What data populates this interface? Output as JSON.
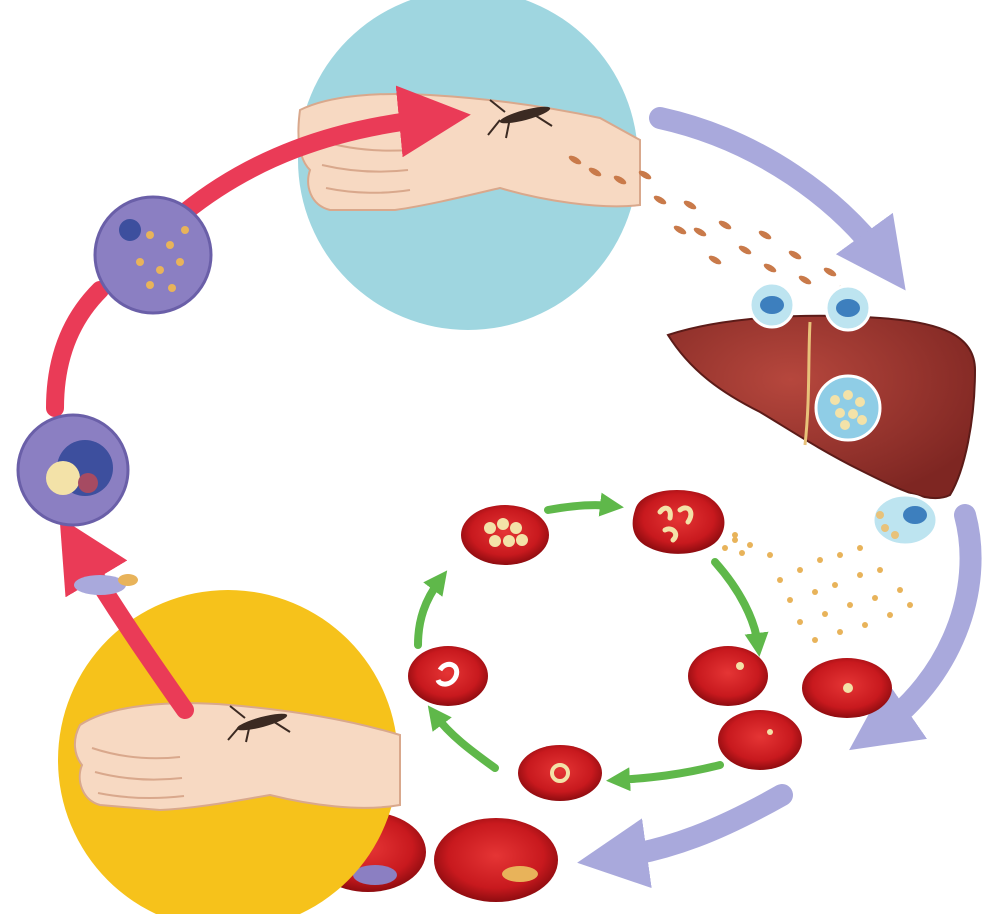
{
  "diagram": {
    "stages": [
      {
        "id": "mosquito-bite-infection",
        "icon": "hand-mosquito-icon",
        "color": "#9fd6e0"
      },
      {
        "id": "sporozoites",
        "icon": "sporozoite-icon"
      },
      {
        "id": "liver-infection",
        "icon": "liver-icon",
        "color": "#8f2f2a"
      },
      {
        "id": "merozoite-release",
        "icon": "merozoite-icon"
      },
      {
        "id": "red-blood-cell-cycle",
        "icon": "red-blood-cell-icon",
        "color": "#c8191e"
      },
      {
        "id": "gametocytes",
        "icon": "gametocyte-icon"
      },
      {
        "id": "mosquito-bite-uptake",
        "icon": "hand-mosquito-icon",
        "color": "#f6c21b"
      },
      {
        "id": "mosquito-stage",
        "icon": "purple-cell-icon",
        "color": "#8b7fc2"
      }
    ],
    "colors": {
      "red-arrow": "#ea3b57",
      "lavender-arrow": "#a9a9dc",
      "green-arrow": "#5fb84a",
      "skin": "#f7d9c2",
      "blood-cell": "#c8191e"
    }
  }
}
